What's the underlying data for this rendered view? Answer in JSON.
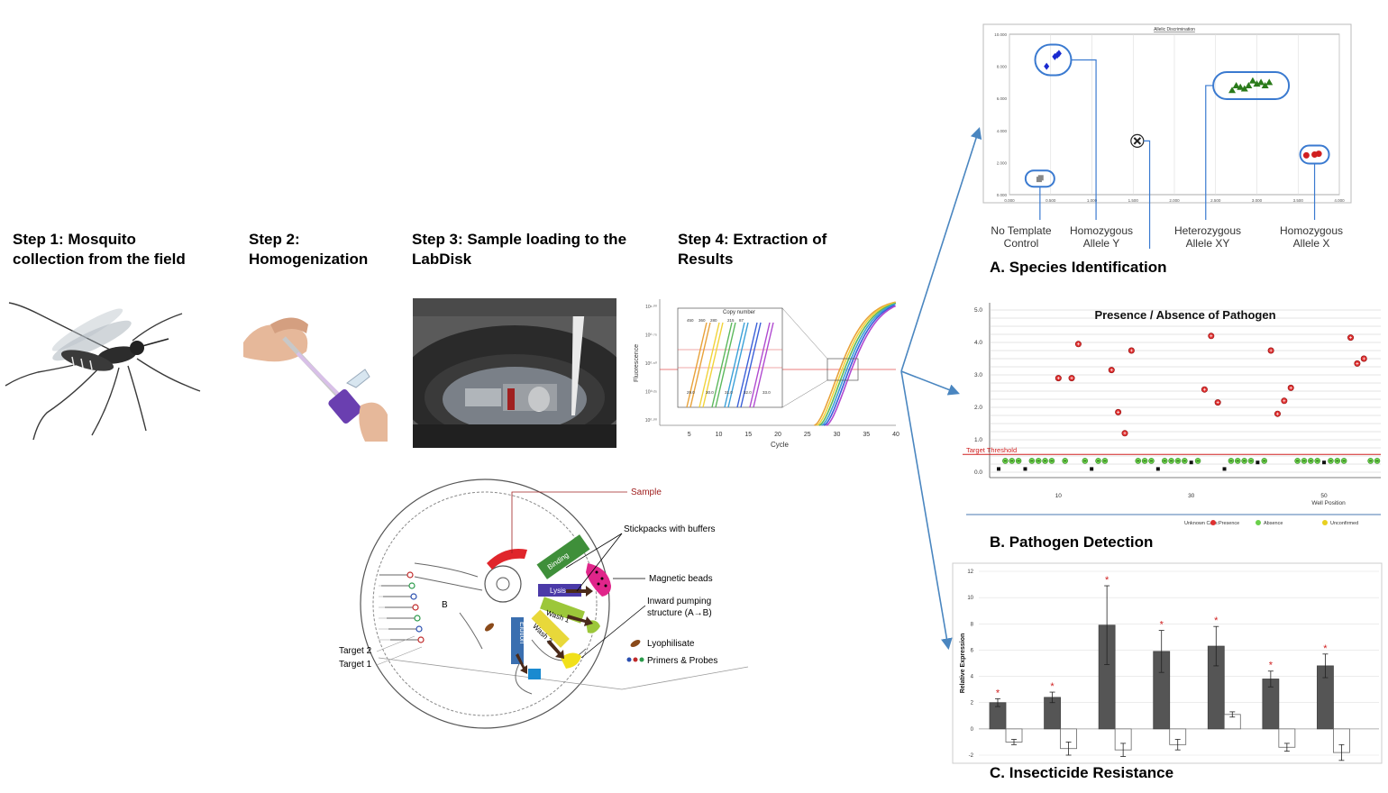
{
  "steps": [
    {
      "line1": "Step 1: Mosquito",
      "line2": "collection from the field"
    },
    {
      "line1": "Step 2:",
      "line2": "Homogenization"
    },
    {
      "line1": "Step 3: Sample loading to the",
      "line2": "LabDisk"
    },
    {
      "line1": "Step 4: Extraction of",
      "line2": "Results"
    }
  ],
  "step4_plot": {
    "inset_title": "Copy number",
    "inset_top_ticks": [
      "450",
      "360",
      "280",
      "215",
      "87"
    ],
    "inset_bottom_ticks": [
      "29.0",
      "30.0",
      "31.0",
      "32.0",
      "33.0"
    ],
    "ylabel": "Fluorescence",
    "y_ticks": [
      "10¹·⁰⁰",
      "10⁰·⁷⁵",
      "10⁰·⁵⁰",
      "10⁰·²⁵",
      "10⁰·⁰⁰"
    ],
    "x_ticks": [
      "5",
      "10",
      "15",
      "20",
      "25",
      "30",
      "35",
      "40"
    ],
    "xlabel": "Cycle",
    "curve_colors": [
      "#e8a23a",
      "#f1d33a",
      "#5cb85c",
      "#3aa0d8",
      "#3a5fd8",
      "#b04ad0"
    ]
  },
  "labdisk": {
    "sample": "Sample",
    "stickpacks": "Stickpacks with buffers",
    "magnetic": "Magnetic beads",
    "inward_line1": "Inward pumping",
    "inward_line2": "structure (A→B)",
    "lyophilisate": "Lyophilisate",
    "primers": "Primers & Probes",
    "target2": "Target 2",
    "target1": "Target 1",
    "label_b": "B",
    "chambers": [
      "Binding",
      "Lysis",
      "Wash 1",
      "Wash 2",
      "Elution"
    ],
    "colors": {
      "sample": "#e0252b",
      "binding": "#3f8f3a",
      "lysis": "#4b3aa8",
      "wash1": "#9cc73a",
      "wash2": "#e8d83a",
      "elution": "#3a6fb0",
      "magnetic": "#e0258a",
      "primers_blue": "#2a4fb0",
      "primers_red": "#c02a2a",
      "primers_green": "#2a9a4a",
      "lyo": "#8a4a1a"
    }
  },
  "panel_a": {
    "title": "A. Species Identification",
    "plot_title": "Allelic Discrimination",
    "y_ticks": [
      "10.000",
      "8.000",
      "6.000",
      "4.000",
      "2.000",
      "0.000"
    ],
    "x_ticks": [
      "0.000",
      "0.500",
      "1.000",
      "1.500",
      "2.000",
      "2.500",
      "3.000",
      "3.500",
      "4.000"
    ],
    "labels": [
      {
        "l1": "No Template",
        "l2": "Control"
      },
      {
        "l1": "Homozygous",
        "l2": "Allele Y"
      },
      {
        "l1": "Heterozygous",
        "l2": "Allele XY"
      },
      {
        "l1": "Homozygous",
        "l2": "Allele X"
      }
    ]
  },
  "panel_b": {
    "title": "B. Pathogen Detection",
    "plot_title": "Presence / Absence of Pathogen",
    "threshold_label": "Target Threshold",
    "y_ticks": [
      "5.0",
      "4.0",
      "3.0",
      "2.0",
      "1.0",
      "0.0"
    ],
    "x_ticks": [
      "10",
      "30",
      "50"
    ],
    "xlabel": "Well Position",
    "legend": {
      "unknown": "Unknown Calls:",
      "presence": "Presence",
      "absence": "Absence",
      "unconfirmed": "Unconfirmed"
    }
  },
  "panel_c": {
    "title": "C. Insecticide Resistance",
    "ylabel": "Relative Expression",
    "y_ticks": [
      "12",
      "10",
      "8",
      "6",
      "4",
      "2",
      "0",
      "-2"
    ]
  },
  "chart_data": [
    {
      "type": "line",
      "title": "",
      "xlabel": "Cycle",
      "ylabel": "Fluorescence",
      "xlim": [
        0,
        40
      ],
      "x_ticks": [
        5,
        10,
        15,
        20,
        25,
        30,
        35,
        40
      ],
      "series_count": 6,
      "curve_offsets_cycle": [
        28.2,
        28.6,
        29.0,
        29.4,
        29.8,
        30.2
      ]
    },
    {
      "type": "scatter",
      "title": "Allelic Discrimination",
      "xlim": [
        0,
        4
      ],
      "ylim": [
        0,
        10
      ],
      "clusters": [
        {
          "name": "No Template Control",
          "points": [
            [
              0.36,
              0.95
            ],
            [
              0.38,
              1.05
            ]
          ]
        },
        {
          "name": "Homozygous Allele Y",
          "points": [
            [
              0.45,
              8.0
            ],
            [
              0.55,
              8.6
            ],
            [
              0.6,
              8.8
            ],
            [
              0.58,
              8.7
            ]
          ]
        },
        {
          "name": "Undetermined",
          "points": [
            [
              1.55,
              3.35
            ]
          ]
        },
        {
          "name": "Heterozygous Allele XY",
          "points": [
            [
              2.7,
              6.5
            ],
            [
              2.8,
              6.7
            ],
            [
              2.9,
              6.8
            ],
            [
              3.0,
              6.9
            ],
            [
              3.05,
              7.0
            ],
            [
              3.1,
              6.8
            ],
            [
              2.95,
              7.1
            ],
            [
              2.85,
              6.6
            ],
            [
              3.15,
              7.0
            ],
            [
              2.75,
              6.8
            ]
          ]
        },
        {
          "name": "Homozygous Allele X",
          "points": [
            [
              3.6,
              2.45
            ],
            [
              3.7,
              2.5
            ],
            [
              3.75,
              2.55
            ]
          ]
        }
      ]
    },
    {
      "type": "scatter",
      "title": "Presence / Absence of Pathogen",
      "xlabel": "Well Position",
      "ylim": [
        0,
        5
      ],
      "threshold": 0.55,
      "presence": [
        [
          10,
          2.9
        ],
        [
          12,
          2.9
        ],
        [
          13,
          3.95
        ],
        [
          18,
          3.15
        ],
        [
          19,
          1.85
        ],
        [
          20,
          1.2
        ],
        [
          21,
          3.75
        ],
        [
          32,
          2.55
        ],
        [
          33,
          4.2
        ],
        [
          34,
          2.15
        ],
        [
          42,
          3.75
        ],
        [
          43,
          1.8
        ],
        [
          44,
          2.2
        ],
        [
          45,
          2.6
        ],
        [
          54,
          4.15
        ],
        [
          55,
          3.35
        ],
        [
          56,
          3.5
        ]
      ],
      "absence_count": 33,
      "ntc_count": 12
    },
    {
      "type": "bar",
      "ylabel": "Relative Expression",
      "ylim": [
        -2,
        12
      ],
      "series": [
        {
          "name": "dark",
          "values": [
            2.0,
            2.4,
            7.9,
            5.9,
            6.3,
            3.8,
            4.8
          ],
          "errors": [
            0.3,
            0.4,
            3.0,
            1.6,
            1.5,
            0.6,
            0.9
          ]
        },
        {
          "name": "light",
          "values": [
            -1.0,
            -1.5,
            -1.6,
            -1.2,
            1.1,
            -1.4,
            -1.8
          ],
          "errors": [
            0.2,
            0.5,
            0.5,
            0.4,
            0.2,
            0.3,
            0.6
          ]
        }
      ],
      "significant": [
        true,
        true,
        true,
        true,
        true,
        true,
        true
      ]
    }
  ]
}
